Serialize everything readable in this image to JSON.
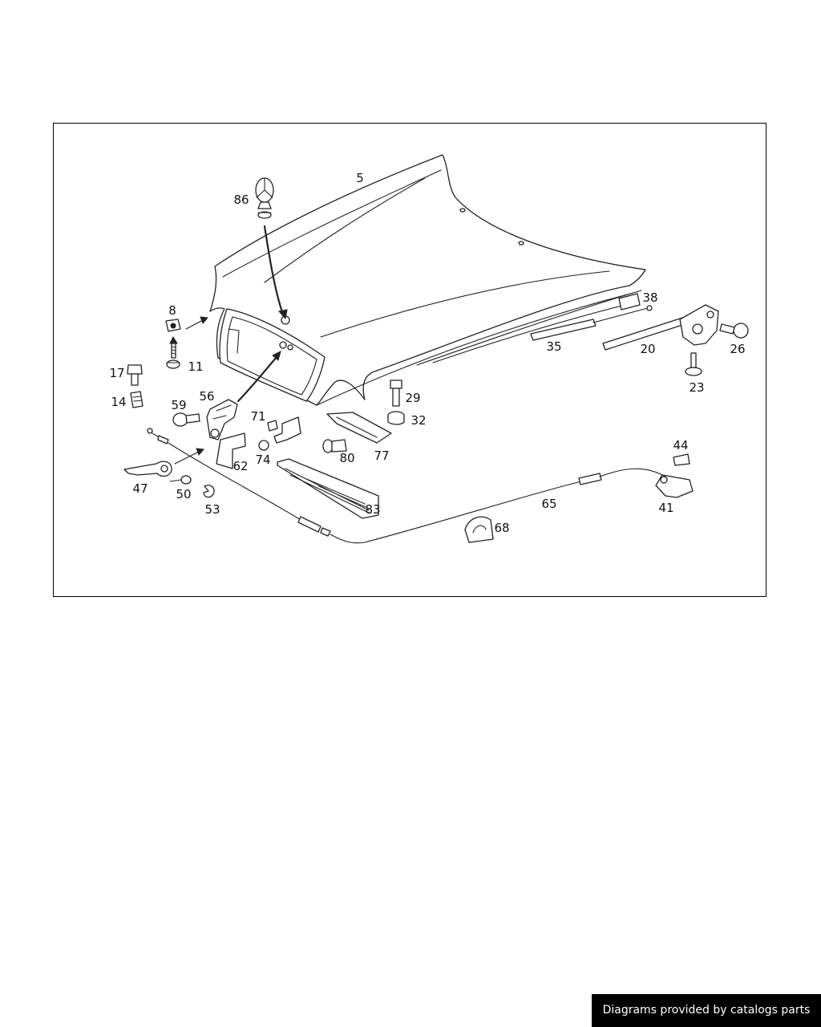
{
  "diagram": {
    "parts": [
      {
        "id": "p5",
        "number": "5"
      },
      {
        "id": "p86",
        "number": "86"
      },
      {
        "id": "p8",
        "number": "8"
      },
      {
        "id": "p11",
        "number": "11"
      },
      {
        "id": "p17",
        "number": "17"
      },
      {
        "id": "p14",
        "number": "14"
      },
      {
        "id": "p59",
        "number": "59"
      },
      {
        "id": "p56",
        "number": "56"
      },
      {
        "id": "p71",
        "number": "71"
      },
      {
        "id": "p74",
        "number": "74"
      },
      {
        "id": "p62",
        "number": "62"
      },
      {
        "id": "p47",
        "number": "47"
      },
      {
        "id": "p50",
        "number": "50"
      },
      {
        "id": "p53",
        "number": "53"
      },
      {
        "id": "p29",
        "number": "29"
      },
      {
        "id": "p32",
        "number": "32"
      },
      {
        "id": "p77",
        "number": "77"
      },
      {
        "id": "p80",
        "number": "80"
      },
      {
        "id": "p83",
        "number": "83"
      },
      {
        "id": "p38",
        "number": "38"
      },
      {
        "id": "p35",
        "number": "35"
      },
      {
        "id": "p20",
        "number": "20"
      },
      {
        "id": "p26",
        "number": "26"
      },
      {
        "id": "p23",
        "number": "23"
      },
      {
        "id": "p44",
        "number": "44"
      },
      {
        "id": "p41",
        "number": "41"
      },
      {
        "id": "p65",
        "number": "65"
      },
      {
        "id": "p68",
        "number": "68"
      }
    ]
  },
  "footer": {
    "credit": "Diagrams provided by catalogs parts"
  },
  "colors": {
    "line": "#222222",
    "banner_bg": "#000000",
    "banner_text": "#ffffff"
  }
}
